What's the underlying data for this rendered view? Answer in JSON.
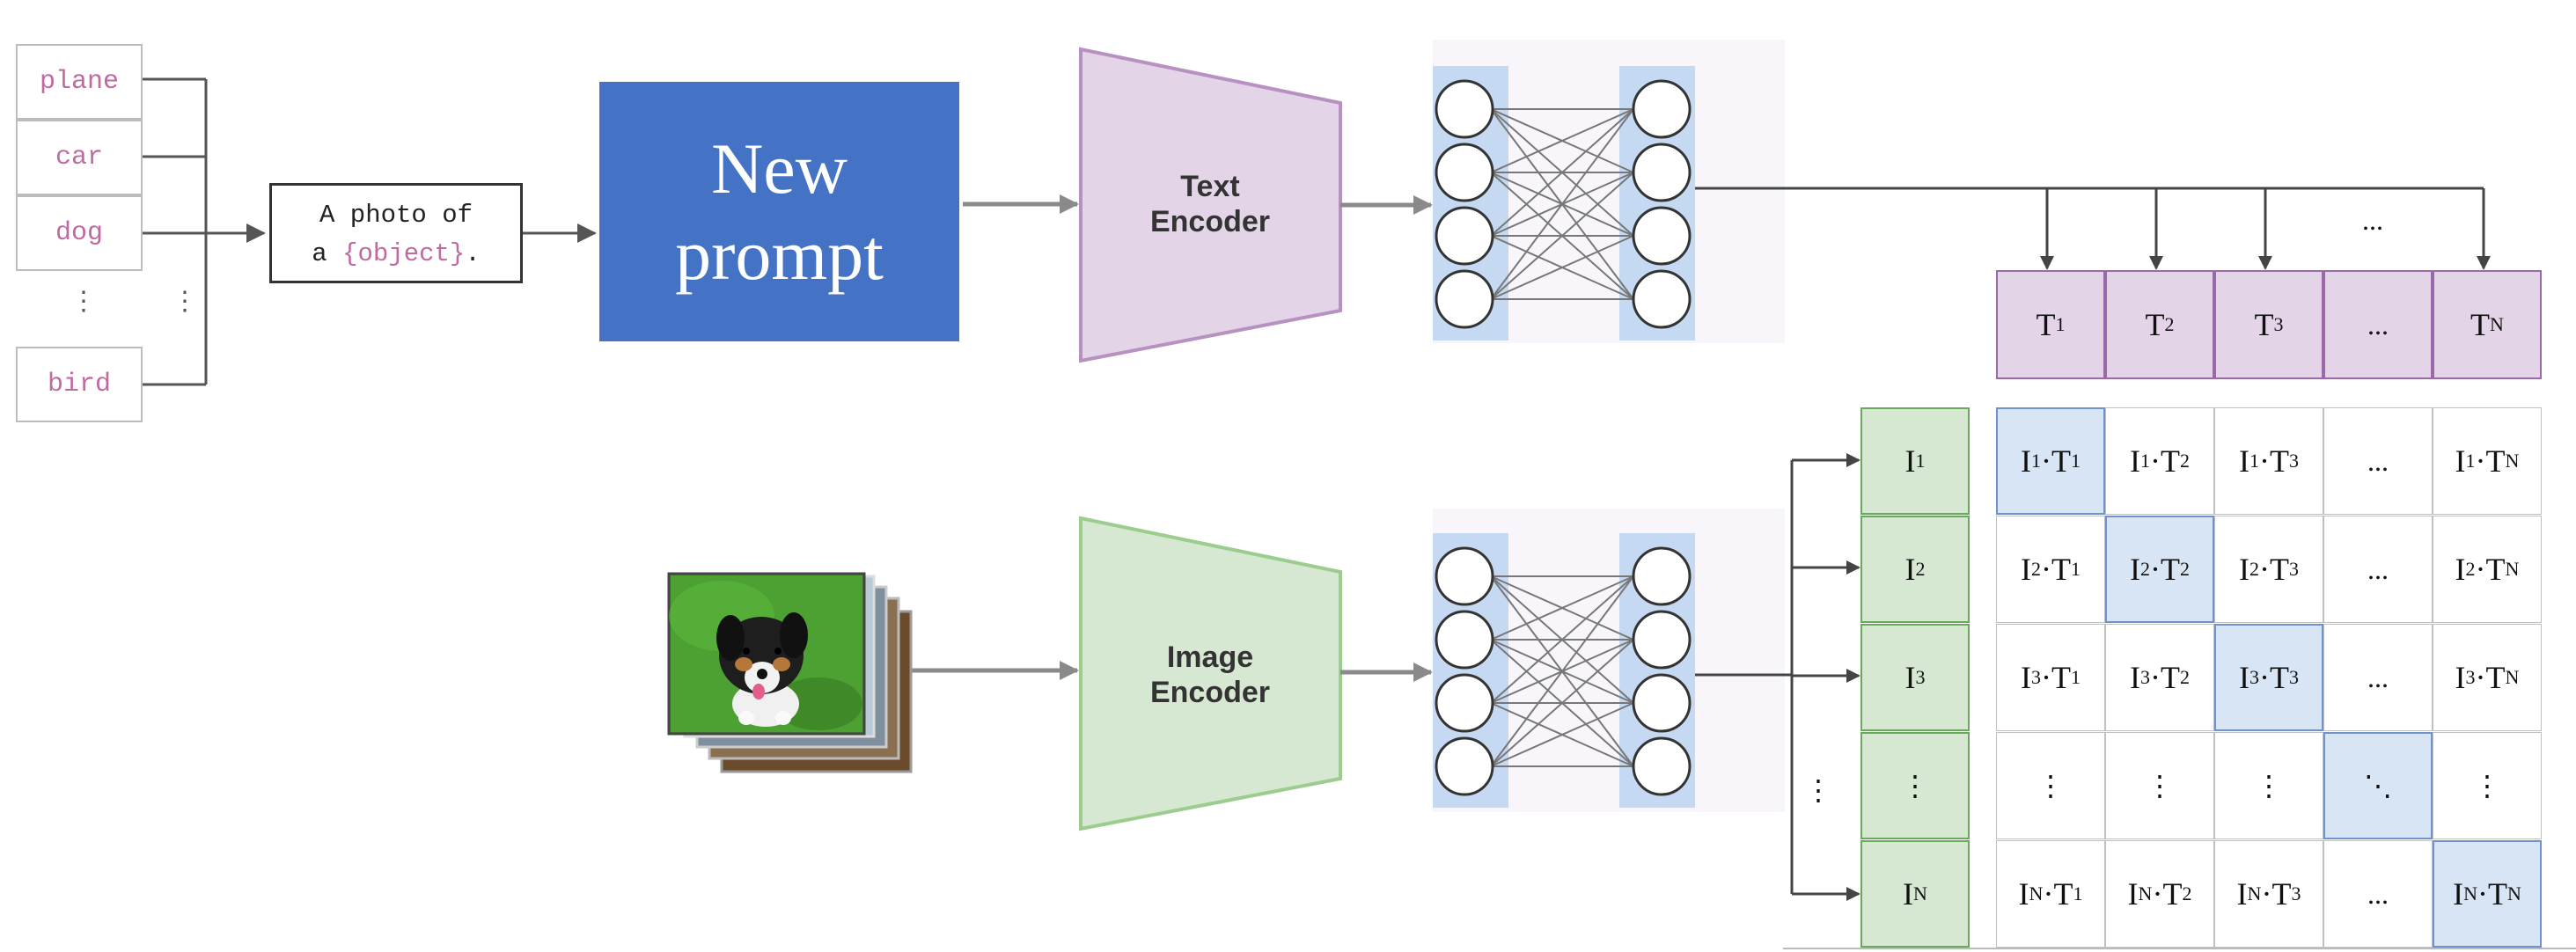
{
  "classes": {
    "labels": [
      "plane",
      "car",
      "dog",
      "⋮",
      "bird"
    ],
    "extra_dots": "⋮"
  },
  "template": {
    "line1": "A photo of",
    "line2_prefix": "a ",
    "line2_object": "{object}",
    "line2_suffix": "."
  },
  "new_prompt": {
    "line1": "New",
    "line2": "prompt"
  },
  "text_encoder": {
    "line1": "Text",
    "line2": "Encoder"
  },
  "image_encoder": {
    "line1": "Image",
    "line2": "Encoder"
  },
  "top_dots": "...",
  "left_dots": "⋮",
  "text_features": [
    {
      "base": "T",
      "sub": "1"
    },
    {
      "base": "T",
      "sub": "2"
    },
    {
      "base": "T",
      "sub": "3"
    },
    {
      "base": "...",
      "sub": ""
    },
    {
      "base": "T",
      "sub": "N"
    }
  ],
  "image_features": [
    {
      "base": "I",
      "sub": "1"
    },
    {
      "base": "I",
      "sub": "2"
    },
    {
      "base": "I",
      "sub": "3"
    },
    {
      "base": "⋮",
      "sub": ""
    },
    {
      "base": "I",
      "sub": "N"
    }
  ],
  "colors": {
    "new_prompt_bg": "#4472c4",
    "text_encoder_fill": "#e4d4e7",
    "image_encoder_fill": "#d6e8d1",
    "diagonal_fill": "#d8e5f5",
    "class_text": "#c06aa0"
  }
}
